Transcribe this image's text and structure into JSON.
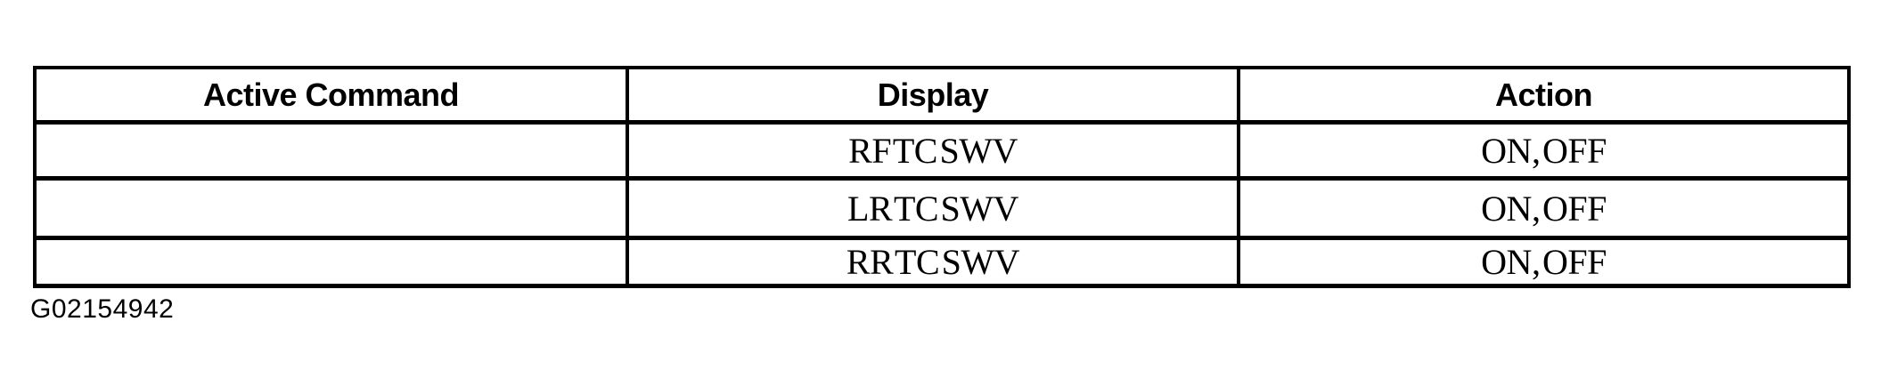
{
  "table": {
    "headers": [
      "Active Command",
      "Display",
      "Action"
    ],
    "rows": [
      {
        "active_command": "",
        "display": "RF TC SWV",
        "action": "ON, OFF"
      },
      {
        "active_command": "",
        "display": "LR TC SWV",
        "action": "ON, OFF"
      },
      {
        "active_command": "",
        "display": "RR TC SWV",
        "action": "ON, OFF"
      }
    ]
  },
  "figure_id": "G02154942",
  "colors": {
    "ink": "#000000",
    "paper": "#ffffff"
  }
}
